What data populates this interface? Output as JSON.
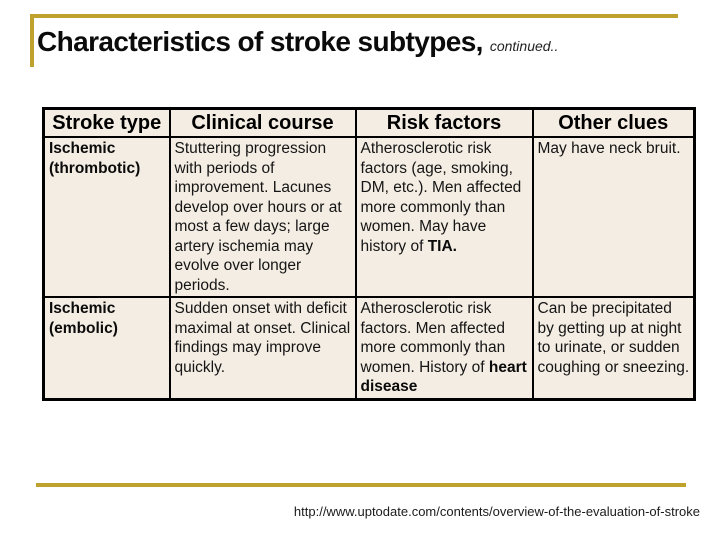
{
  "slide": {
    "title": "Characteristics of stroke subtypes,",
    "title_suffix": "continued..",
    "footer_url": "http://www.uptodate.com/contents/overview-of-the-evaluation-of-stroke"
  },
  "colors": {
    "accent-gold": "#BFA22E",
    "cell-bg": "#F4EDE3",
    "table-border": "#000000"
  },
  "table": {
    "headers": [
      "Stroke type",
      "Clinical course",
      "Risk factors",
      "Other clues"
    ],
    "rows": [
      {
        "stroke_type": "Ischemic (thrombotic)",
        "clinical_course": "Stuttering progression with periods of improvement. Lacunes develop over hours or at most a few days; large artery ischemia may evolve over longer periods.",
        "risk_factors": "Atherosclerotic risk factors (age, smoking, DM, etc.). Men affected more commonly than women. May have history of ",
        "risk_factors_bold": "TIA.",
        "other_clues": "May have neck bruit."
      },
      {
        "stroke_type": "Ischemic (embolic)",
        "clinical_course": "Sudden onset with deficit maximal at onset. Clinical findings may improve quickly.",
        "risk_factors": "Atherosclerotic risk factors. Men affected more commonly than women. History of ",
        "risk_factors_bold": "heart disease",
        "other_clues": "Can be precipitated by getting up at night to urinate, or sudden coughing or sneezing."
      }
    ]
  }
}
